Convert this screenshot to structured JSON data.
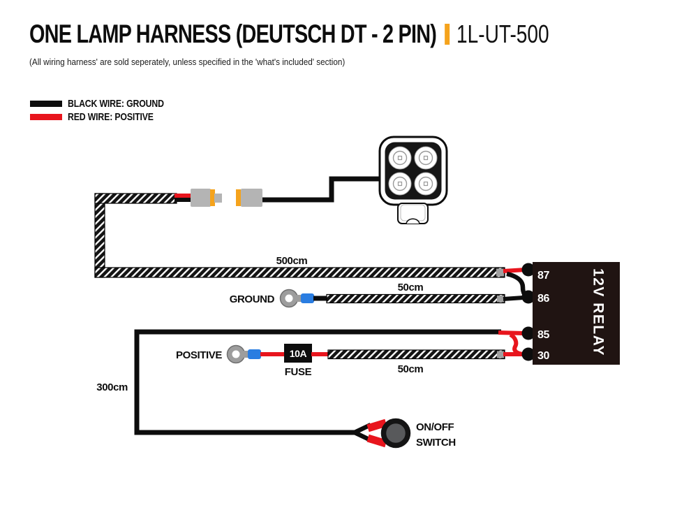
{
  "header": {
    "title": "ONE LAMP HARNESS (DEUTSCH DT - 2 PIN)",
    "product_code": "1L-UT-500",
    "subtitle": "(All wiring harness' are sold seperately, unless specified in the 'what's included' section)"
  },
  "legend": {
    "items": [
      {
        "label": "BLACK WIRE: GROUND",
        "color": "#0d0d0d"
      },
      {
        "label": "RED WIRE: POSITIVE",
        "color": "#e8151d"
      }
    ]
  },
  "diagram": {
    "loom": {
      "length": "500cm"
    },
    "ground": {
      "label": "GROUND",
      "length": "50cm"
    },
    "positive": {
      "label": "POSITIVE",
      "length": "50cm"
    },
    "fuse": {
      "rating": "10A",
      "label": "FUSE"
    },
    "switch": {
      "label_line1": "ON/OFF",
      "label_line2": "SWITCH",
      "wire_length": "300cm"
    },
    "relay": {
      "label": "12V RELAY",
      "pins": [
        "87",
        "86",
        "85",
        "30"
      ]
    }
  },
  "colors": {
    "accent_orange": "#f5a31c",
    "wire_red": "#e8151d",
    "wire_black": "#0d0d0d",
    "connector_gray": "#b4b4b4",
    "terminal_gray": "#9d9d9d",
    "crimp_blue": "#2a7de1",
    "relay_body": "#201412",
    "switch_gray": "#58595b"
  }
}
